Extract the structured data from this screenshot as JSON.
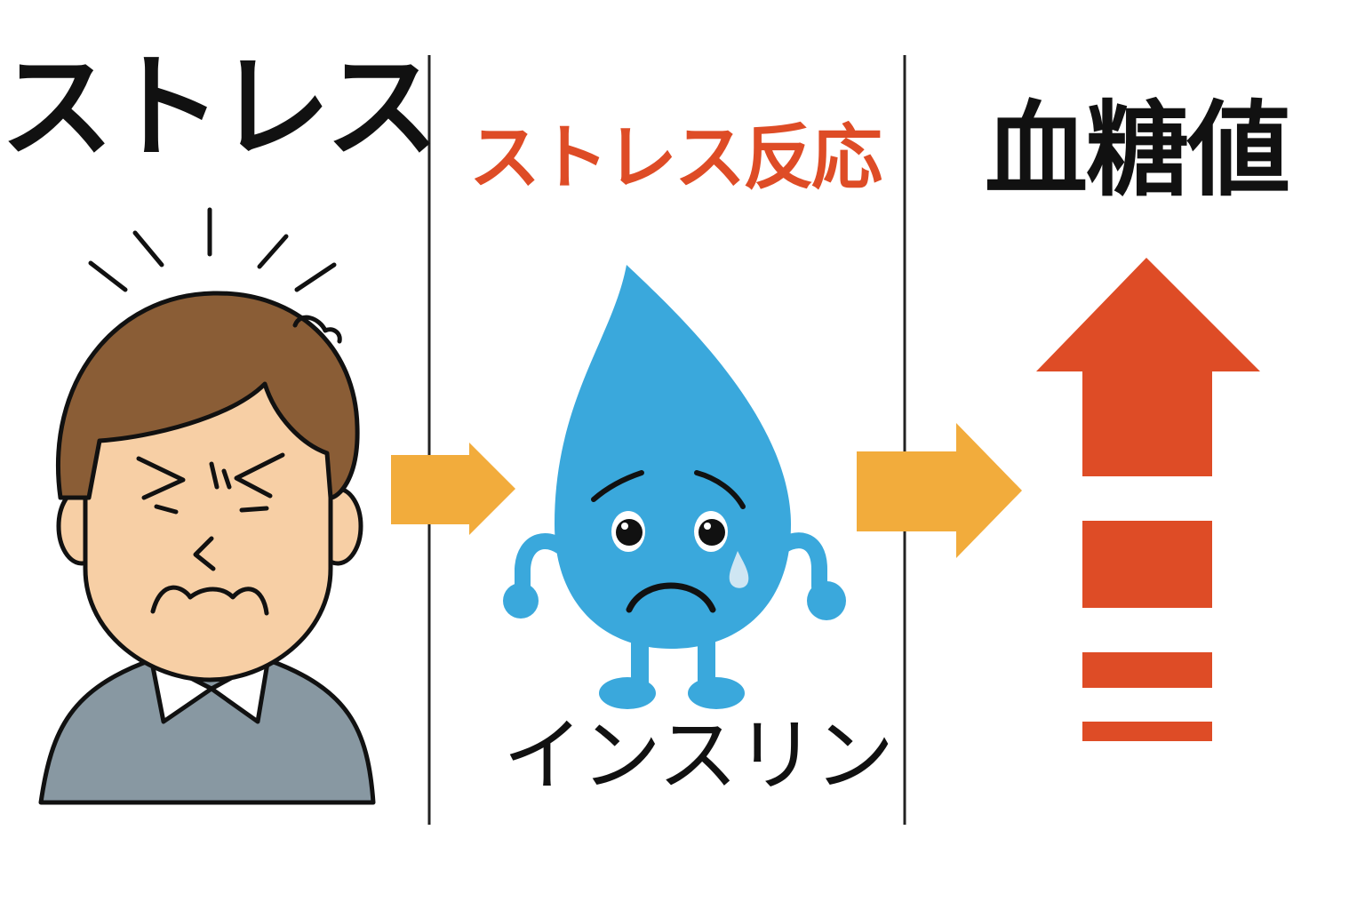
{
  "panels": {
    "stress": {
      "title": "ストレス"
    },
    "reaction": {
      "title": "ストレス反応",
      "character_label": "インスリン"
    },
    "blood_sugar": {
      "title": "血糖値"
    }
  },
  "colors": {
    "accent_red": "#de4c26",
    "arrow_orange": "#f2ac3c",
    "drop_blue": "#3aa8dc",
    "hair_brown": "#8a5d36",
    "skin": "#f7cfa5",
    "sweater_gray": "#8898a2",
    "divider": "#222222"
  },
  "icons": [
    "stressed-man-icon",
    "sad-water-drop-icon",
    "arrow-right-icon",
    "arrow-up-icon"
  ]
}
